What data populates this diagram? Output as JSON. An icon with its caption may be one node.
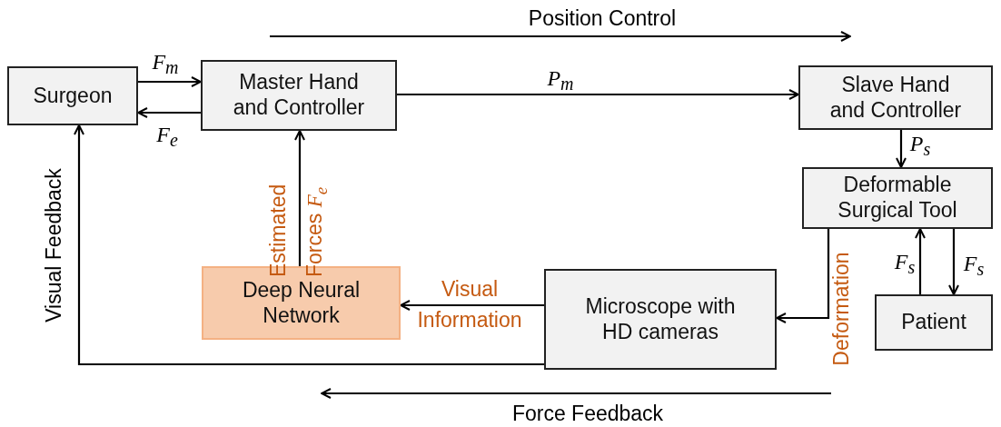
{
  "diagram": {
    "nodes": [
      {
        "text": [
          "Surgeon"
        ]
      },
      {
        "text": [
          "Master Hand and Controller"
        ]
      },
      {
        "text": [
          "Slave Hand and Controller"
        ]
      },
      {
        "text": [
          "Deformable Surgical Tool"
        ]
      },
      {
        "text": [
          "Deep Neural Network"
        ]
      },
      {
        "text": [
          "Microscope with HD cameras"
        ]
      },
      {
        "text": [
          "Patient"
        ]
      }
    ],
    "edges": [
      {
        "from": 0,
        "to": 1,
        "arrow": "to",
        "label": "F$_{m}$"
      },
      {
        "from": 1,
        "to": 0,
        "arrow": "to",
        "label": "F$_{e}$"
      },
      {
        "from": 1,
        "to": 2,
        "arrow": "to",
        "label": "P$_{m}$"
      },
      {
        "from": 2,
        "to": 3,
        "arrow": "to",
        "label": "P$_{s}$"
      },
      {
        "from": 6,
        "to": 3,
        "arrow": "to",
        "label": "F$_{s}$"
      },
      {
        "from": 3,
        "to": 6,
        "arrow": "to",
        "label": "F$_{s}$"
      },
      {
        "from": 3,
        "to": 5,
        "arrow": "to",
        "label": "Deformation"
      },
      {
        "from": 5,
        "to": 4,
        "arrow": "to",
        "label": "Visual Information"
      },
      {
        "from": 4,
        "to": 1,
        "arrow": "to",
        "label": "Estimated Forces *F*$_{e}$"
      },
      {
        "from": 5,
        "to": 0,
        "arrow": "to",
        "label": "Visual Feedback"
      }
    ],
    "labels": [
      "Position Control",
      "Force Feedback"
    ]
  }
}
